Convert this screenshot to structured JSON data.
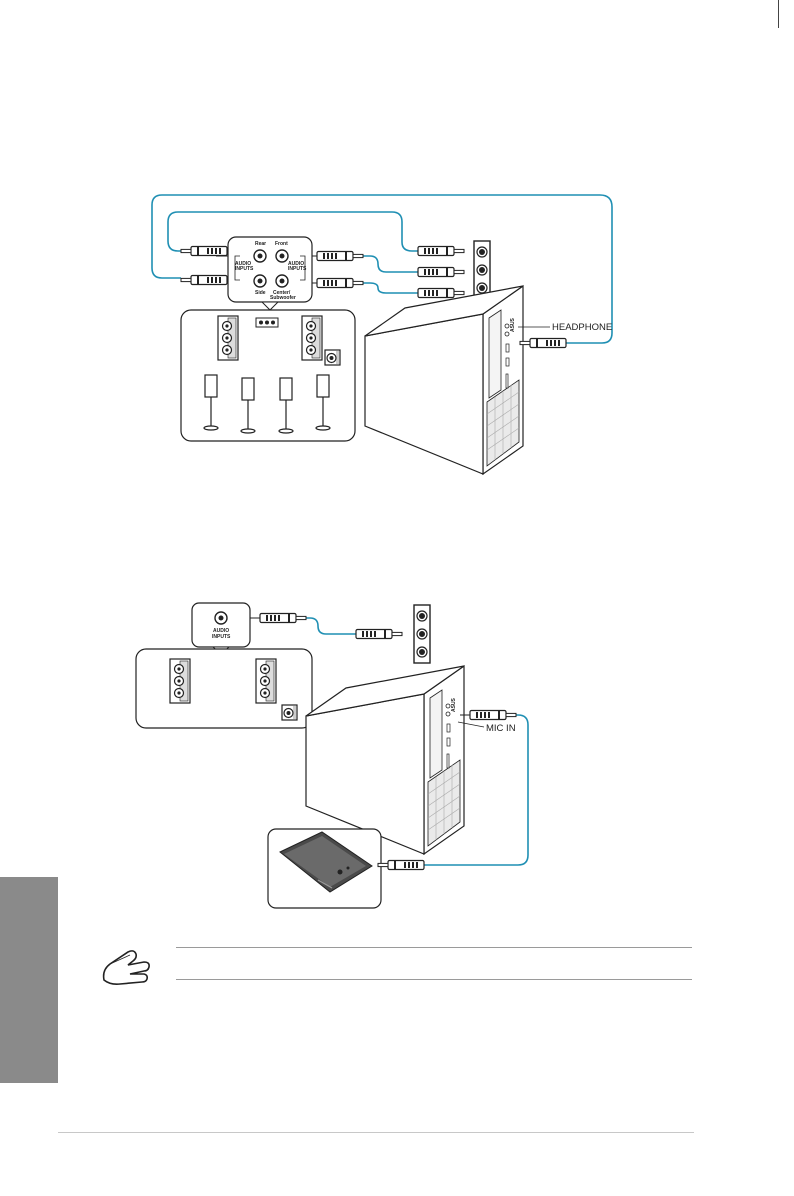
{
  "diagram1": {
    "jack_rear": "Rear",
    "jack_front": "Front",
    "jack_side": "Side",
    "jack_center_line1": "Center/",
    "jack_center_line2": "Subwoofer",
    "audio_inputs_left_line1": "AUDIO",
    "audio_inputs_left_line2": "INPUTS",
    "audio_inputs_right_line1": "AUDIO",
    "audio_inputs_right_line2": "INPUTS",
    "headphone_label": "HEADPHONE",
    "brand": "ASUS"
  },
  "diagram2": {
    "audio_inputs_line1": "AUDIO",
    "audio_inputs_line2": "INPUTS",
    "mic_in_label": "MIC IN",
    "brand": "ASUS"
  },
  "colors": {
    "cable": "#1f8fb3",
    "line": "#333333",
    "side_tab": "#8a8a8a"
  }
}
